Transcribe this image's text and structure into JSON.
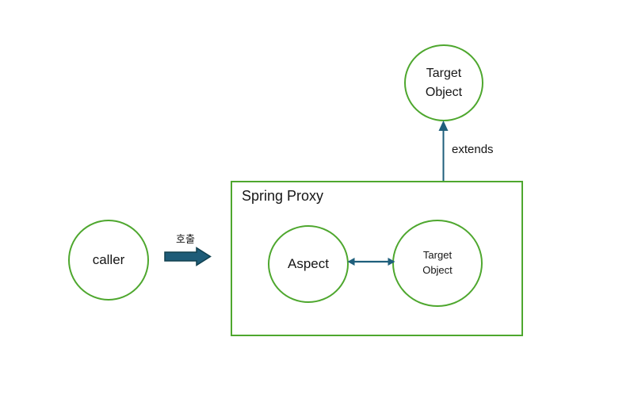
{
  "colors": {
    "green": "#4EA72E",
    "teal": "#1F5F7C",
    "teal_fill": "#1E5C78",
    "teal_stroke": "#10404F"
  },
  "diagram": {
    "top_target": {
      "line1": "Target",
      "line2": "Object"
    },
    "extends_label": "extends",
    "proxy_box": {
      "title": "Spring Proxy"
    },
    "aspect": {
      "label": "Aspect"
    },
    "inner_target": {
      "line1": "Target",
      "line2": "Object"
    },
    "caller": {
      "label": "caller"
    },
    "call_label": "호출"
  }
}
